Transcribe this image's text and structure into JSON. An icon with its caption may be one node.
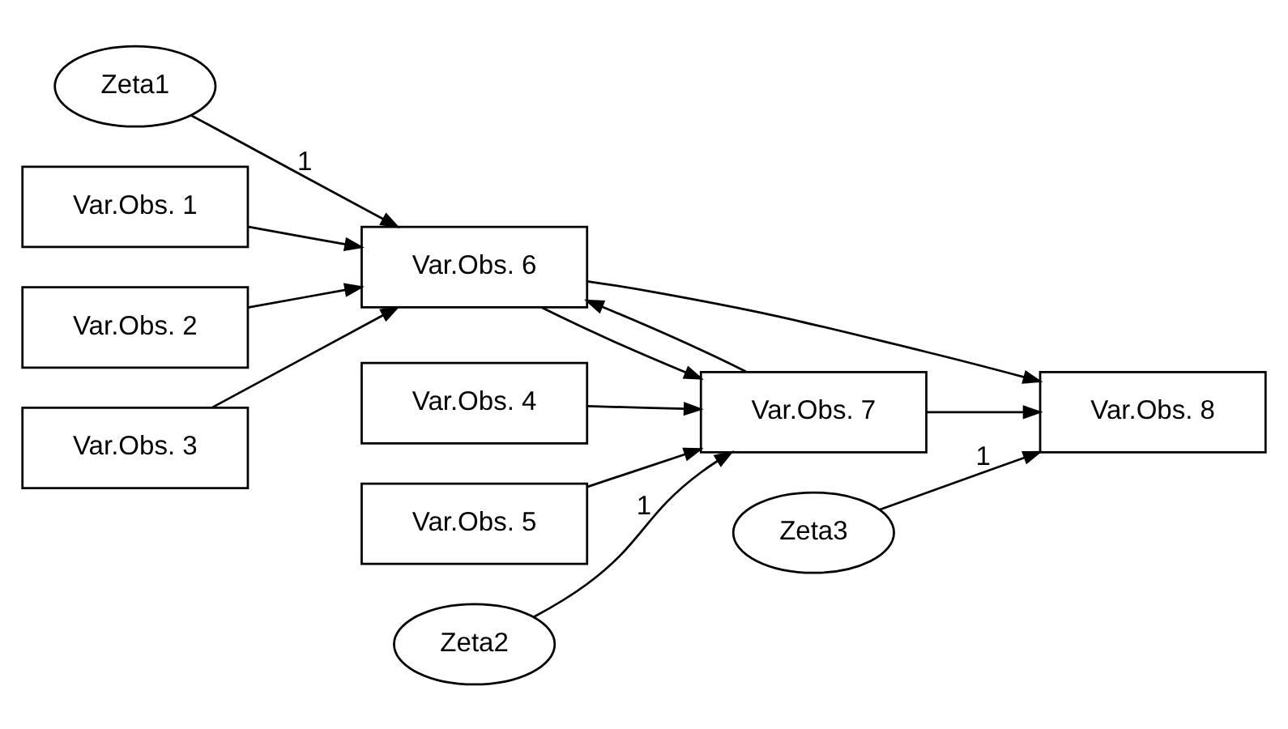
{
  "diagram": {
    "nodes": [
      {
        "text": [
          "Zeta1"
        ]
      },
      {
        "text": [
          "Var.Obs. 1"
        ]
      },
      {
        "text": [
          "Var.Obs. 2"
        ]
      },
      {
        "text": [
          "Var.Obs. 3"
        ]
      },
      {
        "text": [
          "Var.Obs. 4"
        ]
      },
      {
        "text": [
          "Var.Obs. 5"
        ]
      },
      {
        "text": [
          "Var.Obs. 6"
        ]
      },
      {
        "text": [
          "Var.Obs. 7"
        ]
      },
      {
        "text": [
          "Var.Obs. 8"
        ]
      },
      {
        "text": [
          "Zeta2"
        ]
      },
      {
        "text": [
          "Zeta3"
        ]
      }
    ],
    "edges": [
      {
        "from": 0,
        "to": 6,
        "arrow": "to",
        "label": "1"
      },
      {
        "from": 1,
        "to": 6,
        "arrow": "to"
      },
      {
        "from": 2,
        "to": 6,
        "arrow": "to"
      },
      {
        "from": 3,
        "to": 6,
        "arrow": "to"
      },
      {
        "from": 6,
        "to": 7,
        "arrow": "to"
      },
      {
        "from": 7,
        "to": 6,
        "arrow": "to"
      },
      {
        "from": 4,
        "to": 7,
        "arrow": "to"
      },
      {
        "from": 5,
        "to": 7,
        "arrow": "to"
      },
      {
        "from": 6,
        "to": 8,
        "arrow": "to"
      },
      {
        "from": 7,
        "to": 8,
        "arrow": "to"
      },
      {
        "from": 9,
        "to": 7,
        "arrow": "to",
        "label": "1"
      },
      {
        "from": 10,
        "to": 8,
        "arrow": "to",
        "label": "1"
      }
    ]
  }
}
